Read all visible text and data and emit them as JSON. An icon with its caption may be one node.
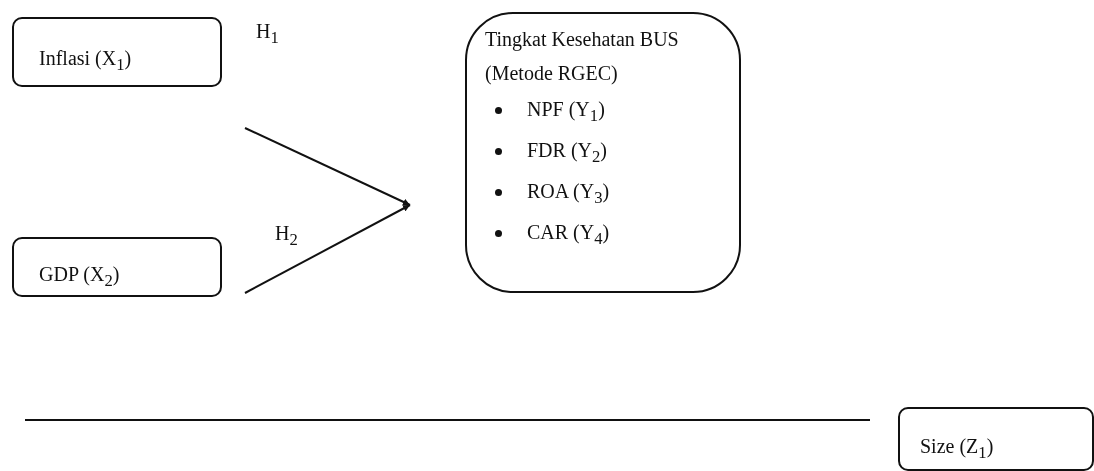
{
  "diagram": {
    "nodes": [
      {
        "text": [
          "Inflasi (X$_{1}$)"
        ]
      },
      {
        "text": [
          "GDP (X$_{2}$)"
        ]
      },
      {
        "text": [
          "Tingkat Kesehatan BUS (Metode RGEC)",
          "NPF (Y$_{1}$)",
          "FDR (Y$_{2}$)",
          "ROA (Y$_{3}$)",
          "CAR (Y$_{4}$)"
        ]
      },
      {
        "text": [
          "Size (Z$_{1}$)"
        ]
      }
    ],
    "edges": [
      {
        "from": 0,
        "to": 2,
        "arrow": "to"
      },
      {
        "from": 1,
        "to": 2,
        "arrow": "to"
      },
      {
        "from": null,
        "to": 3,
        "arrow": "none"
      }
    ],
    "labels": [
      "H$_{1}$",
      "H$_{2}$"
    ]
  }
}
